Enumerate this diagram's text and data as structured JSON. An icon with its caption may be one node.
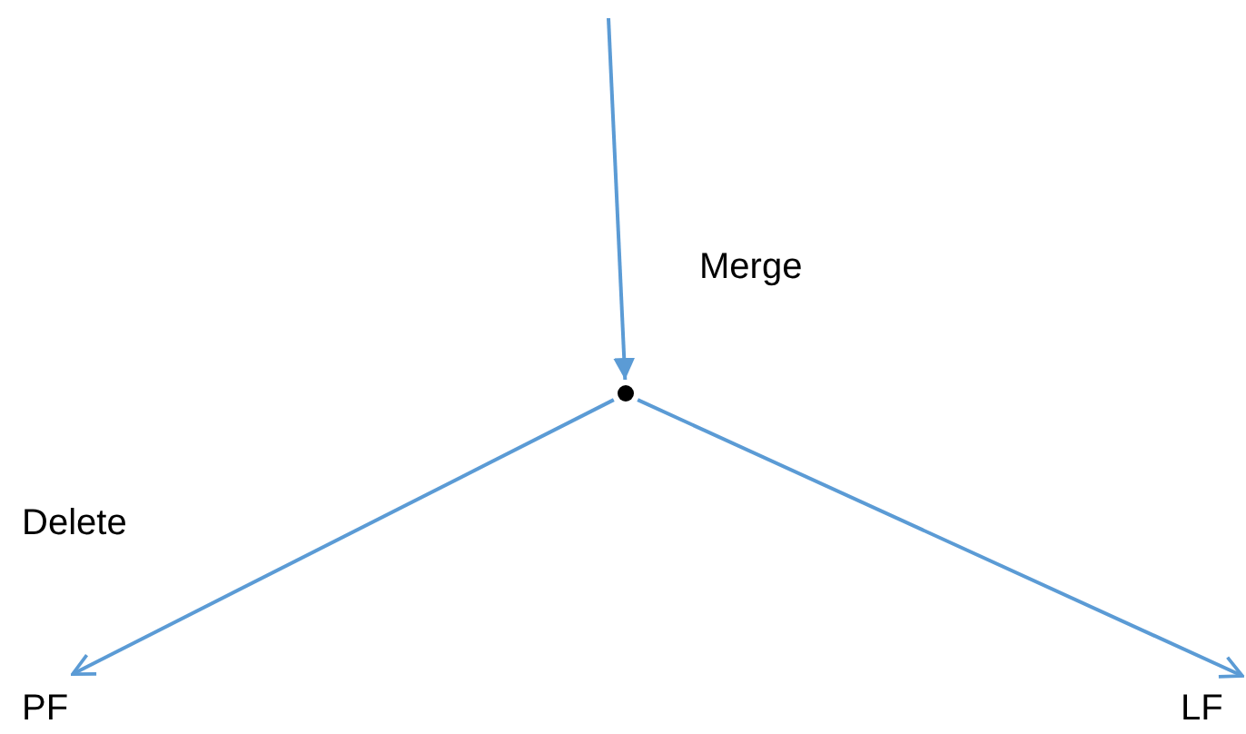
{
  "diagram": {
    "nodes": [
      {
        "text": [],
        "shape": "circle"
      },
      {
        "text": [
          "PF"
        ]
      },
      {
        "text": [
          "LF"
        ]
      }
    ],
    "edges": [
      {
        "from": null,
        "to": 0,
        "arrow": "to",
        "label": "Merge"
      },
      {
        "from": 0,
        "to": 1,
        "arrow": "to",
        "label": "Delete"
      },
      {
        "from": 0,
        "to": 2,
        "arrow": "to"
      }
    ]
  }
}
